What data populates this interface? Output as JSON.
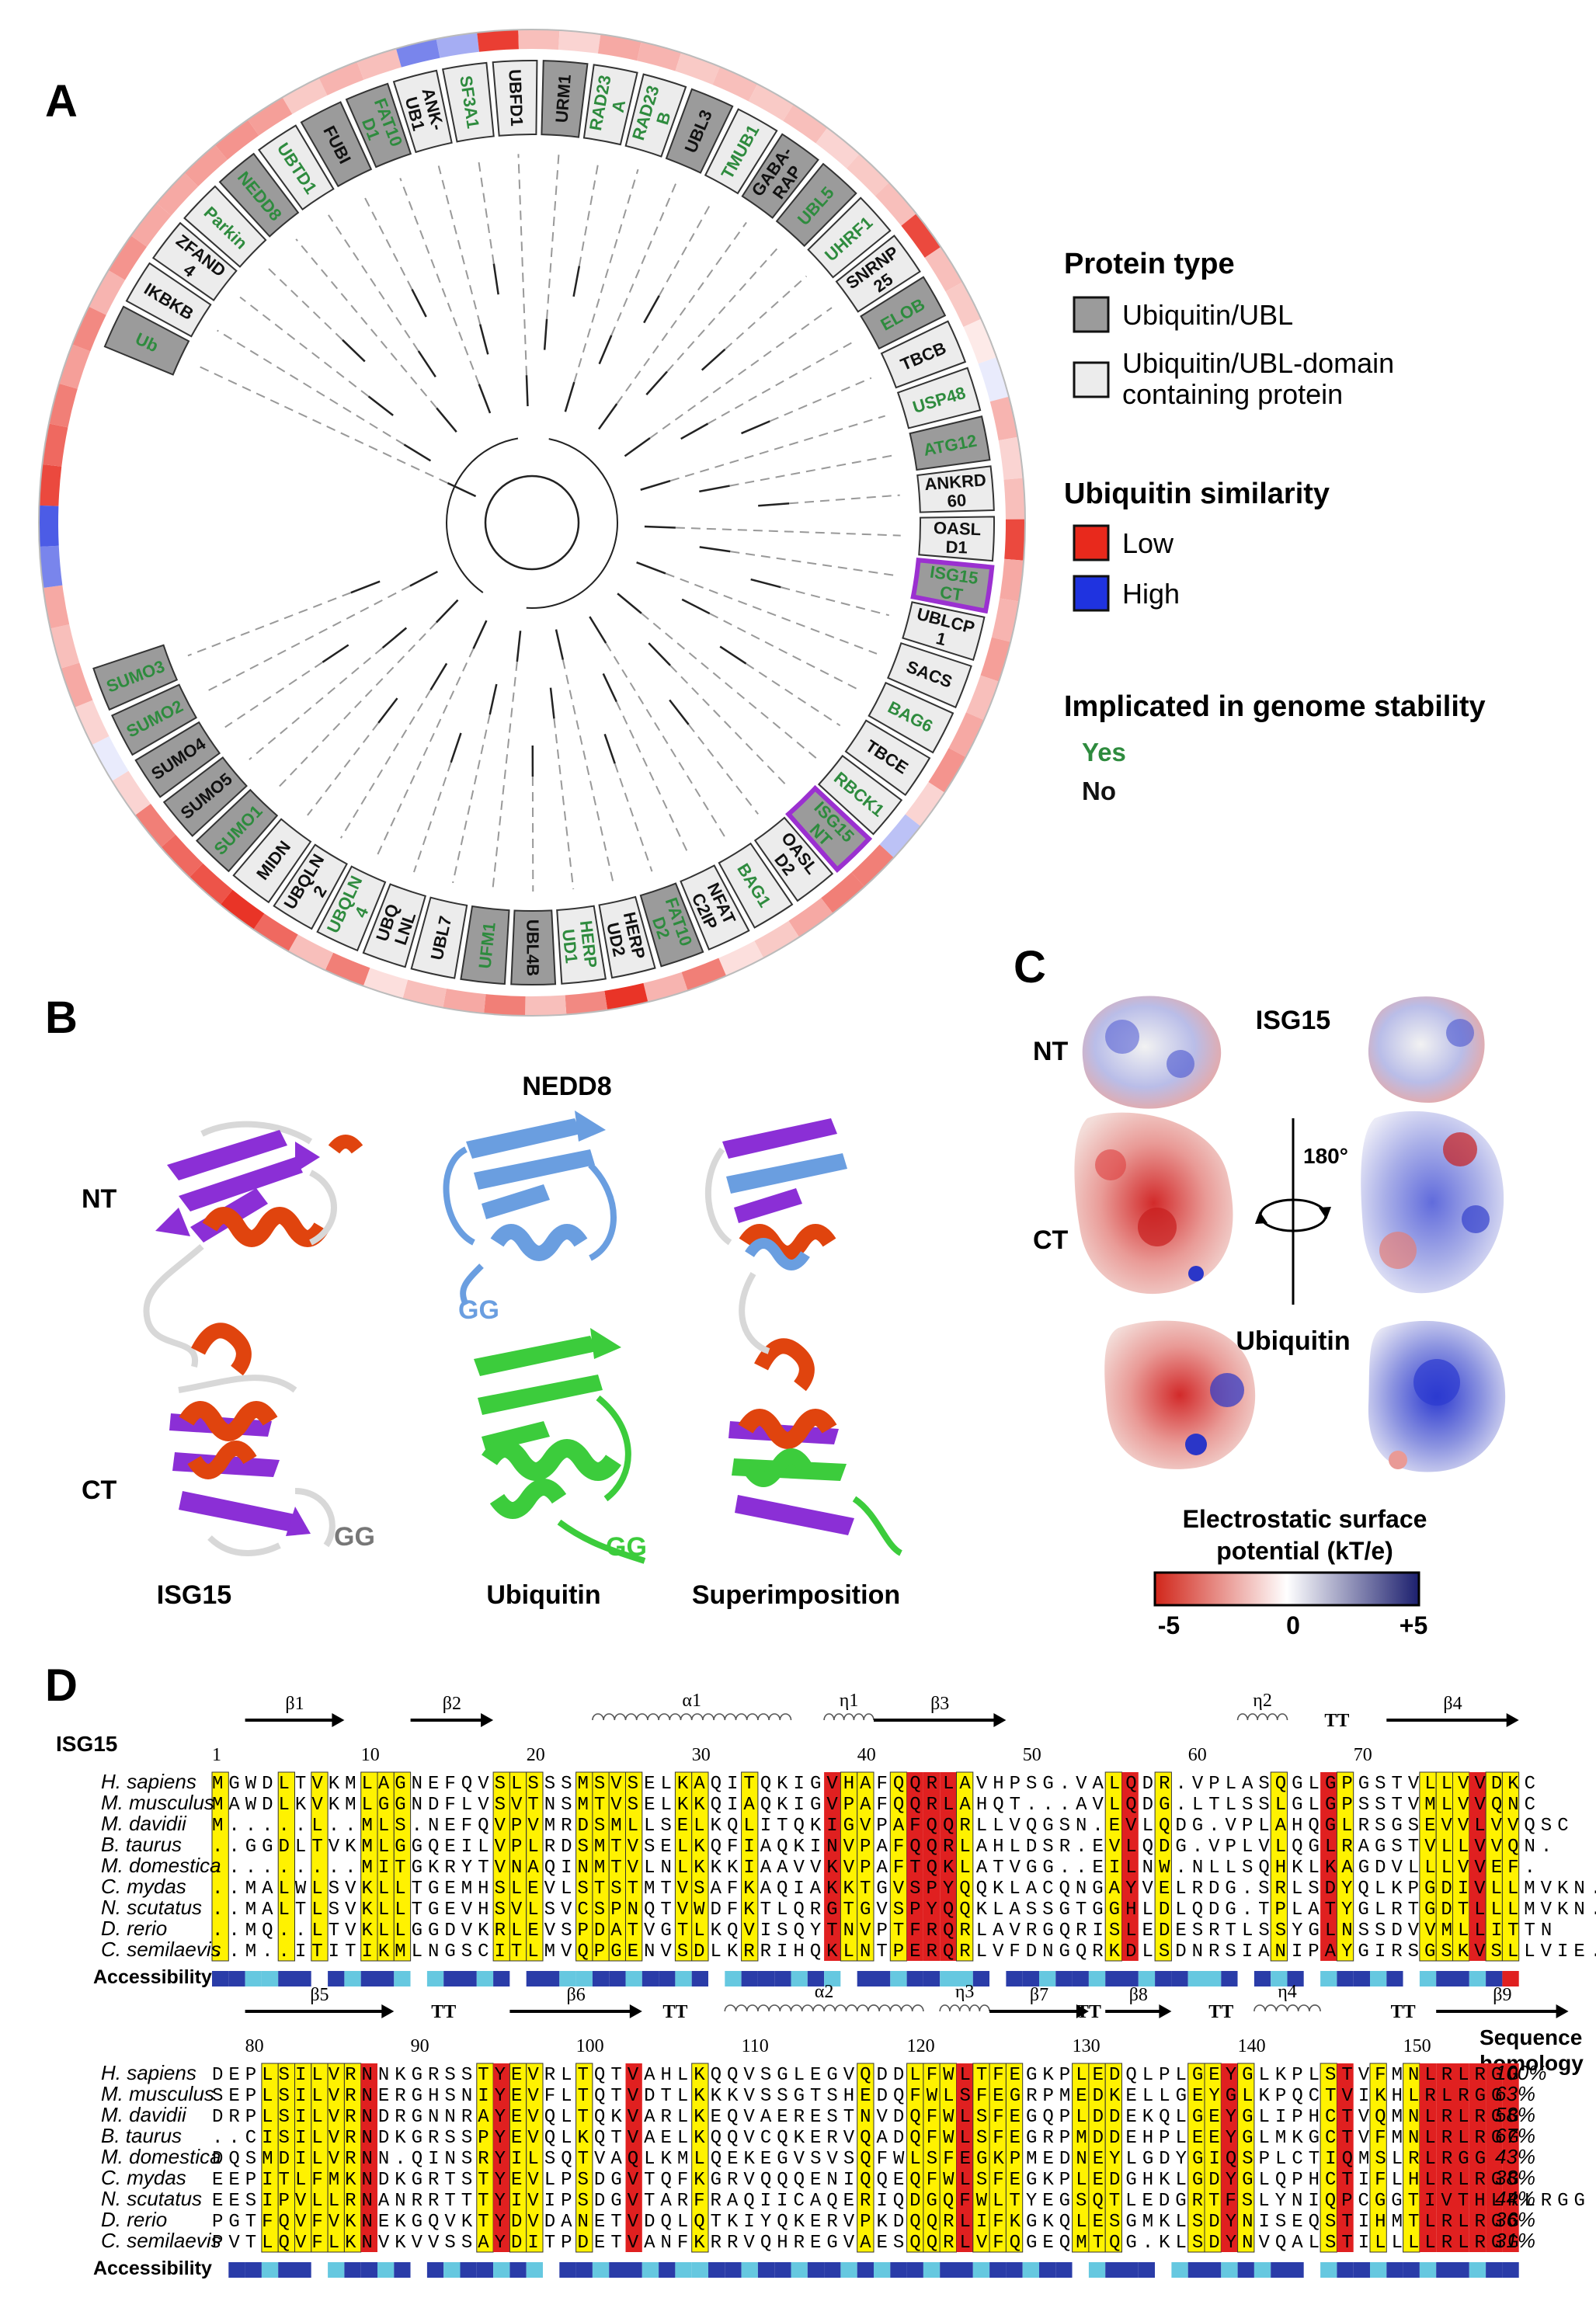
{
  "panels": {
    "a": "A",
    "b": "B",
    "c": "C",
    "d": "D"
  },
  "tree": {
    "proteins": [
      {
        "label": "Ub",
        "type": "ubl",
        "gs": true
      },
      {
        "label": "IKBKB",
        "type": "dom",
        "gs": false
      },
      {
        "label": "ZFAND 4",
        "type": "dom",
        "gs": false
      },
      {
        "label": "Parkin",
        "type": "dom",
        "gs": true
      },
      {
        "label": "NEDD8",
        "type": "ubl",
        "gs": true
      },
      {
        "label": "UBTD1",
        "type": "dom",
        "gs": true
      },
      {
        "label": "FUBI",
        "type": "ubl",
        "gs": false
      },
      {
        "label": "FAT10 D1",
        "type": "ubl",
        "gs": true
      },
      {
        "label": "ANK- UB1",
        "type": "dom",
        "gs": false
      },
      {
        "label": "SF3A1",
        "type": "dom",
        "gs": true
      },
      {
        "label": "UBFD1",
        "type": "dom",
        "gs": false
      },
      {
        "label": "URM1",
        "type": "ubl",
        "gs": false
      },
      {
        "label": "RAD23 A",
        "type": "dom",
        "gs": true
      },
      {
        "label": "RAD23 B",
        "type": "dom",
        "gs": true
      },
      {
        "label": "UBL3",
        "type": "ubl",
        "gs": false
      },
      {
        "label": "TMUB1",
        "type": "dom",
        "gs": true
      },
      {
        "label": "GABA- RAP",
        "type": "ubl",
        "gs": false
      },
      {
        "label": "UBL5",
        "type": "ubl",
        "gs": true
      },
      {
        "label": "UHRF1",
        "type": "dom",
        "gs": true
      },
      {
        "label": "SNRNP 25",
        "type": "dom",
        "gs": false
      },
      {
        "label": "ELOB",
        "type": "ubl",
        "gs": true
      },
      {
        "label": "TBCB",
        "type": "dom",
        "gs": false
      },
      {
        "label": "USP48",
        "type": "dom",
        "gs": true
      },
      {
        "label": "ATG12",
        "type": "ubl",
        "gs": true
      },
      {
        "label": "ANKRD 60",
        "type": "dom",
        "gs": false
      },
      {
        "label": "OASL D1",
        "type": "dom",
        "gs": false
      },
      {
        "label": "ISG15 CT",
        "type": "ubl",
        "gs": true,
        "highlight": true
      },
      {
        "label": "UBLCP 1",
        "type": "dom",
        "gs": false
      },
      {
        "label": "SACS",
        "type": "dom",
        "gs": false
      },
      {
        "label": "BAG6",
        "type": "dom",
        "gs": true
      },
      {
        "label": "TBCE",
        "type": "dom",
        "gs": false
      },
      {
        "label": "RBCK1",
        "type": "dom",
        "gs": true
      },
      {
        "label": "ISG15 NT",
        "type": "ubl",
        "gs": true,
        "highlight": true
      },
      {
        "label": "OASL D2",
        "type": "dom",
        "gs": false
      },
      {
        "label": "BAG1",
        "type": "dom",
        "gs": true
      },
      {
        "label": "NFAT C2IP",
        "type": "dom",
        "gs": false
      },
      {
        "label": "FAT10 D2",
        "type": "ubl",
        "gs": true
      },
      {
        "label": "HERP UD2",
        "type": "dom",
        "gs": false
      },
      {
        "label": "HERP UD1",
        "type": "dom",
        "gs": true
      },
      {
        "label": "UBL4B",
        "type": "ubl",
        "gs": false
      },
      {
        "label": "UFM1",
        "type": "ubl",
        "gs": true
      },
      {
        "label": "UBL7",
        "type": "dom",
        "gs": false
      },
      {
        "label": "UBQ LNL",
        "type": "dom",
        "gs": false
      },
      {
        "label": "UBQLN 4",
        "type": "dom",
        "gs": true
      },
      {
        "label": "UBQLN 2",
        "type": "dom",
        "gs": false
      },
      {
        "label": "MIDN",
        "type": "dom",
        "gs": false
      },
      {
        "label": "SUMO1",
        "type": "ubl",
        "gs": true
      },
      {
        "label": "SUMO5",
        "type": "ubl",
        "gs": false
      },
      {
        "label": "SUMO4",
        "type": "ubl",
        "gs": false
      },
      {
        "label": "SUMO2",
        "type": "ubl",
        "gs": true
      },
      {
        "label": "SUMO3",
        "type": "ubl",
        "gs": true
      }
    ],
    "similarity_levels": [
      0.85,
      0.7,
      0.6,
      0.45,
      0.55,
      0.35,
      0.5,
      0.4,
      0.4,
      0.45,
      0.5,
      0.45,
      0.25,
      0.35,
      0.3,
      -0.6,
      -0.4,
      0.9,
      0.3,
      0.2,
      0.4,
      0.35,
      0.25,
      0.3,
      0.25,
      0.3,
      0.2,
      0.25,
      0.3,
      0.85,
      0.3,
      0.25,
      0.1,
      -0.1,
      0.35,
      0.2,
      0.3,
      0.85,
      0.4,
      0.35,
      0.45,
      0.3,
      0.4,
      0.5,
      0.2,
      -0.3,
      0.6,
      0.6,
      0.4,
      0.25,
      0.15,
      0.6,
      0.35,
      0.95,
      0.55,
      0.3,
      0.6,
      0.4,
      0.3,
      0.15,
      0.6,
      0.3,
      0.7,
      0.95,
      0.8,
      0.7,
      0.6,
      0.2,
      -0.1,
      0.2,
      0.4,
      0.3,
      0.4,
      -0.6,
      -0.8
    ],
    "colors": {
      "ubl_fill": "#9b9b9b",
      "dom_fill": "#ececec",
      "gs_yes": "#2e8b3e",
      "gs_no": "#111111",
      "highlight": "#9b30d0",
      "low": "#e8291c",
      "high": "#1f33e0"
    }
  },
  "legend": {
    "protein_type_title": "Protein type",
    "ubl_label": "Ubiquitin/UBL",
    "dom_label_1": "Ubiquitin/UBL-domain",
    "dom_label_2": "containing protein",
    "similarity_title": "Ubiquitin similarity",
    "low_label": "Low",
    "high_label": "High",
    "genome_title": "Implicated in genome stability",
    "yes_label": "Yes",
    "no_label": "No"
  },
  "panel_b": {
    "nt": "NT",
    "ct": "CT",
    "isg15": "ISG15",
    "gg_grey": "GG",
    "nedd8": "NEDD8",
    "gg_blue": "GG",
    "ubiquitin": "Ubiquitin",
    "gg_green": "GG",
    "superimposition": "Superimposition",
    "colors": {
      "purple": "#8b2fd6",
      "orange": "#e0440e",
      "blue": "#6a9ee0",
      "green": "#3ccc3c"
    }
  },
  "panel_c": {
    "isg15": "ISG15",
    "nt": "NT",
    "ct": "CT",
    "rotation": "180°",
    "ubiquitin": "Ubiquitin",
    "scale_title_1": "Electrostatic surface",
    "scale_title_2": "potential (kT/e)",
    "scale_min": "-5",
    "scale_mid": "0",
    "scale_max": "+5"
  },
  "panel_d": {
    "protein": "ISG15",
    "accessibility": "Accessibility",
    "homology_title_1": "Sequence",
    "homology_title_2": "homology",
    "block1": {
      "numbers": [
        [
          "1",
          0
        ],
        [
          "10",
          9
        ],
        [
          "20",
          19
        ],
        [
          "30",
          29
        ],
        [
          "40",
          39
        ],
        [
          "50",
          49
        ],
        [
          "60",
          59
        ],
        [
          "70",
          69
        ]
      ],
      "ss": [
        {
          "kind": "arrow",
          "label": "β1",
          "start": 2,
          "end": 7
        },
        {
          "kind": "arrow",
          "label": "β2",
          "start": 12,
          "end": 16
        },
        {
          "kind": "helix",
          "label": "α1",
          "start": 23,
          "end": 34
        },
        {
          "kind": "helix",
          "label": "η1",
          "start": 37,
          "end": 39
        },
        {
          "kind": "arrow",
          "label": "β3",
          "start": 40,
          "end": 47
        },
        {
          "kind": "helix",
          "label": "η2",
          "start": 62,
          "end": 64
        },
        {
          "kind": "tt",
          "label": "TT",
          "start": 67,
          "end": 68
        },
        {
          "kind": "arrow",
          "label": "β4",
          "start": 71,
          "end": 78
        }
      ],
      "species": [
        "H. sapiens",
        "M. musculus",
        "M. davidii",
        "B. taurus",
        "M. domestica",
        "C. mydas",
        "N. scutatus",
        "D. rerio",
        "C. semilaevis"
      ],
      "sequences": [
        "MGWDLTVKMLAGNEFQVSLSSSMSVSELKAQITQKIGVHAFQQRLAVHPSG.VALQDR.VPLASQGLGPGSTVLLVVDKC",
        "MAWDLKVKMLGGNDFLVSVTNSMTVSELKKQIAQKIGVPAFQQRLAHQT...AVLQDG.LTLSSLGLGPSSTVMLVVQNC",
        "M.....L..MLS.NEFQVPVMRDSMLLSELKQLITQKIGVPAFQQRLLVQGSN.EVLQDG.VPLAHQGLRSGSEVVLVVQSC",
        "..GGDLTVKMLGGQEILVPLRDSMTVSELKQFIAQKINVPAFQQRLAHLDSR.EVLQDG.VPLVLQGLRAGSTVLLVVQN.",
        ".........MITGKRYTVNAQINMTVLNLKKKIAAVVKVPAFTQKLATVGG..EILNW.NLLSQHKLKAGDVLLLVVEF.",
        "..MALWLSVKLLTGEMHSLEVLSTSTMTVSAFKAQIAKKTGVSPYQQKLACQNGAYVELRDG.SRLSDYQLKPGDIVLLMVKN.",
        "..MALTLSVKLLTGEVHSVLSVCSPNQTVWDFKTLQRGTGVSPYQQKLASSGTGGHLDLQDG.TPLATYGLRTGDTLLLMVKN.",
        "..MQ..LTVKLLGGDVKRLEVSPDATVGTLKQVISQYTNVPTFRQRLAVRGQRISLEDESRTLSSYGLNSSDVVMLLITTN",
        "..M..ITITIKMLNGSCITLMVQPGENVSDLKRRIHQKLNTPERQRLVFDNGQRKDLSDNRSIANIPAYGIRSGSKVSLLVIE."
      ],
      "highlights": [
        {
          "col": 0,
          "kind": "y"
        },
        {
          "col": 4,
          "kind": "y"
        },
        {
          "col": 6,
          "kind": "y"
        },
        {
          "col": 9,
          "kind": "y"
        },
        {
          "col": 10,
          "kind": "y"
        },
        {
          "col": 11,
          "kind": "y"
        },
        {
          "col": 17,
          "kind": "y"
        },
        {
          "col": 18,
          "kind": "y"
        },
        {
          "col": 19,
          "kind": "y"
        },
        {
          "col": 22,
          "kind": "y"
        },
        {
          "col": 23,
          "kind": "y"
        },
        {
          "col": 24,
          "kind": "y"
        },
        {
          "col": 25,
          "kind": "y"
        },
        {
          "col": 28,
          "kind": "y"
        },
        {
          "col": 29,
          "kind": "y"
        },
        {
          "col": 32,
          "kind": "y"
        },
        {
          "col": 37,
          "kind": "r"
        },
        {
          "col": 38,
          "kind": "y"
        },
        {
          "col": 39,
          "kind": "y"
        },
        {
          "col": 41,
          "kind": "y"
        },
        {
          "col": 42,
          "kind": "r"
        },
        {
          "col": 43,
          "kind": "r"
        },
        {
          "col": 44,
          "kind": "r"
        },
        {
          "col": 45,
          "kind": "y"
        },
        {
          "col": 54,
          "kind": "y"
        },
        {
          "col": 55,
          "kind": "r"
        },
        {
          "col": 57,
          "kind": "y"
        },
        {
          "col": 64,
          "kind": "y"
        },
        {
          "col": 67,
          "kind": "r"
        },
        {
          "col": 68,
          "kind": "y"
        },
        {
          "col": 73,
          "kind": "y"
        },
        {
          "col": 74,
          "kind": "y"
        },
        {
          "col": 75,
          "kind": "y"
        },
        {
          "col": 76,
          "kind": "r"
        },
        {
          "col": 77,
          "kind": "y"
        },
        {
          "col": 78,
          "kind": "y"
        }
      ],
      "accessibility": [
        2,
        2,
        1,
        1,
        2,
        2,
        0,
        2,
        1,
        2,
        2,
        1,
        0,
        1,
        2,
        2,
        1,
        2,
        0,
        2,
        2,
        1,
        1,
        2,
        2,
        1,
        2,
        2,
        1,
        2,
        0,
        1,
        2,
        2,
        2,
        1,
        2,
        1,
        0,
        2,
        2,
        1,
        2,
        2,
        1,
        1,
        2,
        0,
        2,
        2,
        1,
        2,
        2,
        1,
        2,
        2,
        1,
        2,
        2,
        1,
        1,
        2,
        0,
        2,
        1,
        2,
        0,
        1,
        2,
        2,
        1,
        2,
        0,
        1,
        2,
        2,
        1,
        2,
        3
      ]
    },
    "block2": {
      "numbers": [
        [
          "80",
          2
        ],
        [
          "90",
          12
        ],
        [
          "100",
          22
        ],
        [
          "110",
          32
        ],
        [
          "120",
          42
        ],
        [
          "130",
          52
        ],
        [
          "140",
          62
        ],
        [
          "150",
          72
        ]
      ],
      "ss": [
        {
          "kind": "arrow",
          "label": "β5",
          "start": 2,
          "end": 10
        },
        {
          "kind": "tt",
          "label": "TT",
          "start": 13,
          "end": 14
        },
        {
          "kind": "arrow",
          "label": "β6",
          "start": 18,
          "end": 25
        },
        {
          "kind": "tt",
          "label": "TT",
          "start": 27,
          "end": 28
        },
        {
          "kind": "helix",
          "label": "α2",
          "start": 31,
          "end": 42
        },
        {
          "kind": "helix",
          "label": "η3",
          "start": 44,
          "end": 46
        },
        {
          "kind": "arrow",
          "label": "β7",
          "start": 47,
          "end": 52
        },
        {
          "kind": "tt",
          "label": "TT",
          "start": 52,
          "end": 53
        },
        {
          "kind": "arrow",
          "label": "β8",
          "start": 54,
          "end": 57
        },
        {
          "kind": "tt",
          "label": "TT",
          "start": 60,
          "end": 61
        },
        {
          "kind": "helix",
          "label": "η4",
          "start": 63,
          "end": 66
        },
        {
          "kind": "tt",
          "label": "TT",
          "start": 71,
          "end": 72
        },
        {
          "kind": "arrow",
          "label": "β9",
          "start": 74,
          "end": 81
        }
      ],
      "species": [
        "H. sapiens",
        "M. musculus",
        "M. davidii",
        "B. taurus",
        "M. domestica",
        "C. mydas",
        "N. scutatus",
        "D. rerio",
        "C. semilaevis"
      ],
      "homology": [
        "100%",
        "63%",
        "58%",
        "67%",
        "43%",
        "38%",
        "44%",
        "36%",
        "31%"
      ],
      "sequences": [
        "DEPLSILVRNNKGRSSTYEVRLTQTVAHLKQQVSGLEGVQDDLFWLTFEGKPLEDQLPLGEYGLKPLSTVFMNLRLRGG",
        "SEPLSILVRNERGHSNIYEVFLTQTVDTLKKKVSSGTSHEDQFWLSFEGRPMEDKELLGEYGLKPQCTVIKHLRLRGG",
        "DRPLSILVRNDRGNNRAYEVQLTQKVARLKEQVAERESTNVDQFWLSFEGQPLDDEKQLGEYGLIPHCTVQMNLRLRGG",
        "..CISILVRNDKGRSSPYEVQLKQTVAELKQQVCQKERVQADQFWLSFEGRPMDDEHPLEEYGLMKGCTVFMNLRLRGG",
        "DQSMDILVRNN.QINSRYILSQTVAQLKMLQEKEGVSVSQFWLSFEGKPMEDNEYLGDYGIQSPLCTIQMSLRLRGG",
        "EEPITLFMKNDKGRTSTYEVLPSDGVTQFKGRVQQQENIQQEQFWLSFEGKPLEDGHKLGDYGLQPHCTIFLHLRLRGG",
        "EESIPVLLRNANRRTTTYIVIPSDGVTARFRAQIICAQERIQDGQFWLTYEGSQTLEDGRTFSLYNIQPCGGTIVTHLRLRGG",
        "PGTFQVFVKNEKGQVKTYDVDANETVDQLQTKIYQKERVPKDQQRLIFKGKQLESGMKLSDYNISEQSTIHMTLRLRGG",
        "PVTLQVFLKNVKVVSSAYDITPDETVANFKRRVQHREGVAESQQRLVFQGEQMTQG.KLSDYNVQALSTILLLLRLRGG"
      ],
      "highlights": [
        {
          "col": 3,
          "kind": "y"
        },
        {
          "col": 4,
          "kind": "y"
        },
        {
          "col": 5,
          "kind": "y"
        },
        {
          "col": 6,
          "kind": "y"
        },
        {
          "col": 7,
          "kind": "y"
        },
        {
          "col": 8,
          "kind": "y"
        },
        {
          "col": 9,
          "kind": "r"
        },
        {
          "col": 16,
          "kind": "y"
        },
        {
          "col": 17,
          "kind": "r"
        },
        {
          "col": 18,
          "kind": "y"
        },
        {
          "col": 19,
          "kind": "y"
        },
        {
          "col": 22,
          "kind": "y"
        },
        {
          "col": 25,
          "kind": "r"
        },
        {
          "col": 29,
          "kind": "y"
        },
        {
          "col": 39,
          "kind": "y"
        },
        {
          "col": 42,
          "kind": "y"
        },
        {
          "col": 43,
          "kind": "y"
        },
        {
          "col": 44,
          "kind": "y"
        },
        {
          "col": 45,
          "kind": "r"
        },
        {
          "col": 46,
          "kind": "y"
        },
        {
          "col": 47,
          "kind": "y"
        },
        {
          "col": 48,
          "kind": "y"
        },
        {
          "col": 52,
          "kind": "y"
        },
        {
          "col": 53,
          "kind": "y"
        },
        {
          "col": 54,
          "kind": "y"
        },
        {
          "col": 59,
          "kind": "y"
        },
        {
          "col": 60,
          "kind": "y"
        },
        {
          "col": 61,
          "kind": "r"
        },
        {
          "col": 62,
          "kind": "y"
        },
        {
          "col": 67,
          "kind": "y"
        },
        {
          "col": 68,
          "kind": "r"
        },
        {
          "col": 70,
          "kind": "y"
        },
        {
          "col": 72,
          "kind": "y"
        },
        {
          "col": 73,
          "kind": "r"
        },
        {
          "col": 74,
          "kind": "r"
        },
        {
          "col": 75,
          "kind": "r"
        },
        {
          "col": 76,
          "kind": "r"
        },
        {
          "col": 77,
          "kind": "r"
        },
        {
          "col": 78,
          "kind": "r"
        }
      ],
      "accessibility": [
        0,
        2,
        2,
        1,
        2,
        2,
        0,
        1,
        2,
        2,
        1,
        2,
        0,
        2,
        1,
        2,
        2,
        1,
        2,
        1,
        0,
        2,
        2,
        1,
        2,
        2,
        1,
        2,
        1,
        1,
        2,
        2,
        1,
        2,
        2,
        1,
        2,
        2,
        1,
        2,
        1,
        2,
        2,
        1,
        2,
        2,
        1,
        2,
        2,
        1,
        2,
        2,
        0,
        1,
        2,
        2,
        2,
        0,
        1,
        2,
        2,
        1,
        2,
        1,
        2,
        2,
        0,
        1,
        2,
        2,
        1,
        2,
        2,
        1,
        2,
        2,
        1,
        2,
        2
      ]
    }
  }
}
